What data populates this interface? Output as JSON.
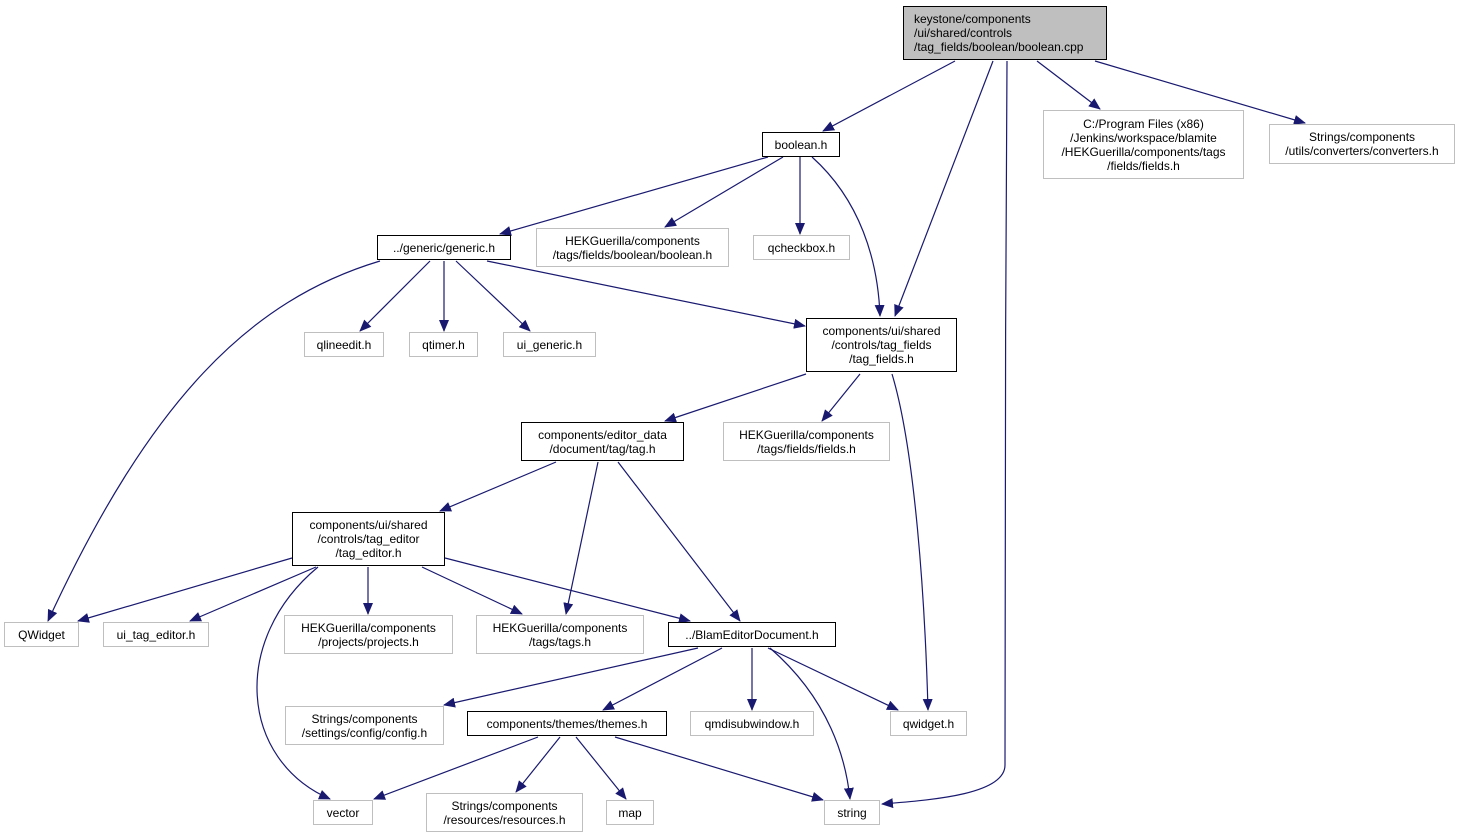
{
  "graph": {
    "edge_color": "#191970",
    "nodes": [
      {
        "id": "root",
        "lines": [
          "keystone/components",
          "/ui/shared/controls",
          "/tag_fields/boolean/boolean.cpp"
        ],
        "style": "root"
      },
      {
        "id": "boolean_h",
        "lines": [
          "boolean.h"
        ],
        "style": "solid"
      },
      {
        "id": "fields_ext",
        "lines": [
          "C:/Program Files (x86)",
          "/Jenkins/workspace/blamite",
          "/HEKGuerilla/components/tags",
          "/fields/fields.h"
        ],
        "style": "ext"
      },
      {
        "id": "converters",
        "lines": [
          "Strings/components",
          "/utils/converters/converters.h"
        ],
        "style": "ext"
      },
      {
        "id": "generic_h",
        "lines": [
          "../generic/generic.h"
        ],
        "style": "solid"
      },
      {
        "id": "hek_boolean",
        "lines": [
          "HEKGuerilla/components",
          "/tags/fields/boolean/boolean.h"
        ],
        "style": "ext"
      },
      {
        "id": "qcheckbox",
        "lines": [
          "qcheckbox.h"
        ],
        "style": "ext"
      },
      {
        "id": "qlineedit",
        "lines": [
          "qlineedit.h"
        ],
        "style": "ext"
      },
      {
        "id": "qtimer",
        "lines": [
          "qtimer.h"
        ],
        "style": "ext"
      },
      {
        "id": "ui_generic",
        "lines": [
          "ui_generic.h"
        ],
        "style": "ext"
      },
      {
        "id": "tag_fields",
        "lines": [
          "components/ui/shared",
          "/controls/tag_fields",
          "/tag_fields.h"
        ],
        "style": "solid"
      },
      {
        "id": "tag_h",
        "lines": [
          "components/editor_data",
          "/document/tag/tag.h"
        ],
        "style": "solid"
      },
      {
        "id": "hek_fields",
        "lines": [
          "HEKGuerilla/components",
          "/tags/fields/fields.h"
        ],
        "style": "ext"
      },
      {
        "id": "tag_editor",
        "lines": [
          "components/ui/shared",
          "/controls/tag_editor",
          "/tag_editor.h"
        ],
        "style": "solid"
      },
      {
        "id": "qwidget_cap",
        "lines": [
          "QWidget"
        ],
        "style": "ext"
      },
      {
        "id": "ui_tag_editor",
        "lines": [
          "ui_tag_editor.h"
        ],
        "style": "ext"
      },
      {
        "id": "projects",
        "lines": [
          "HEKGuerilla/components",
          "/projects/projects.h"
        ],
        "style": "ext"
      },
      {
        "id": "tags_h",
        "lines": [
          "HEKGuerilla/components",
          "/tags/tags.h"
        ],
        "style": "ext"
      },
      {
        "id": "blam_doc",
        "lines": [
          "../BlamEditorDocument.h"
        ],
        "style": "solid"
      },
      {
        "id": "config",
        "lines": [
          "Strings/components",
          "/settings/config/config.h"
        ],
        "style": "ext"
      },
      {
        "id": "themes",
        "lines": [
          "components/themes/themes.h"
        ],
        "style": "solid"
      },
      {
        "id": "qmdisub",
        "lines": [
          "qmdisubwindow.h"
        ],
        "style": "ext"
      },
      {
        "id": "qwidget_low",
        "lines": [
          "qwidget.h"
        ],
        "style": "ext"
      },
      {
        "id": "vector",
        "lines": [
          "vector"
        ],
        "style": "ext"
      },
      {
        "id": "resources",
        "lines": [
          "Strings/components",
          "/resources/resources.h"
        ],
        "style": "ext"
      },
      {
        "id": "map",
        "lines": [
          "map"
        ],
        "style": "ext"
      },
      {
        "id": "string",
        "lines": [
          "string"
        ],
        "style": "ext"
      }
    ]
  }
}
